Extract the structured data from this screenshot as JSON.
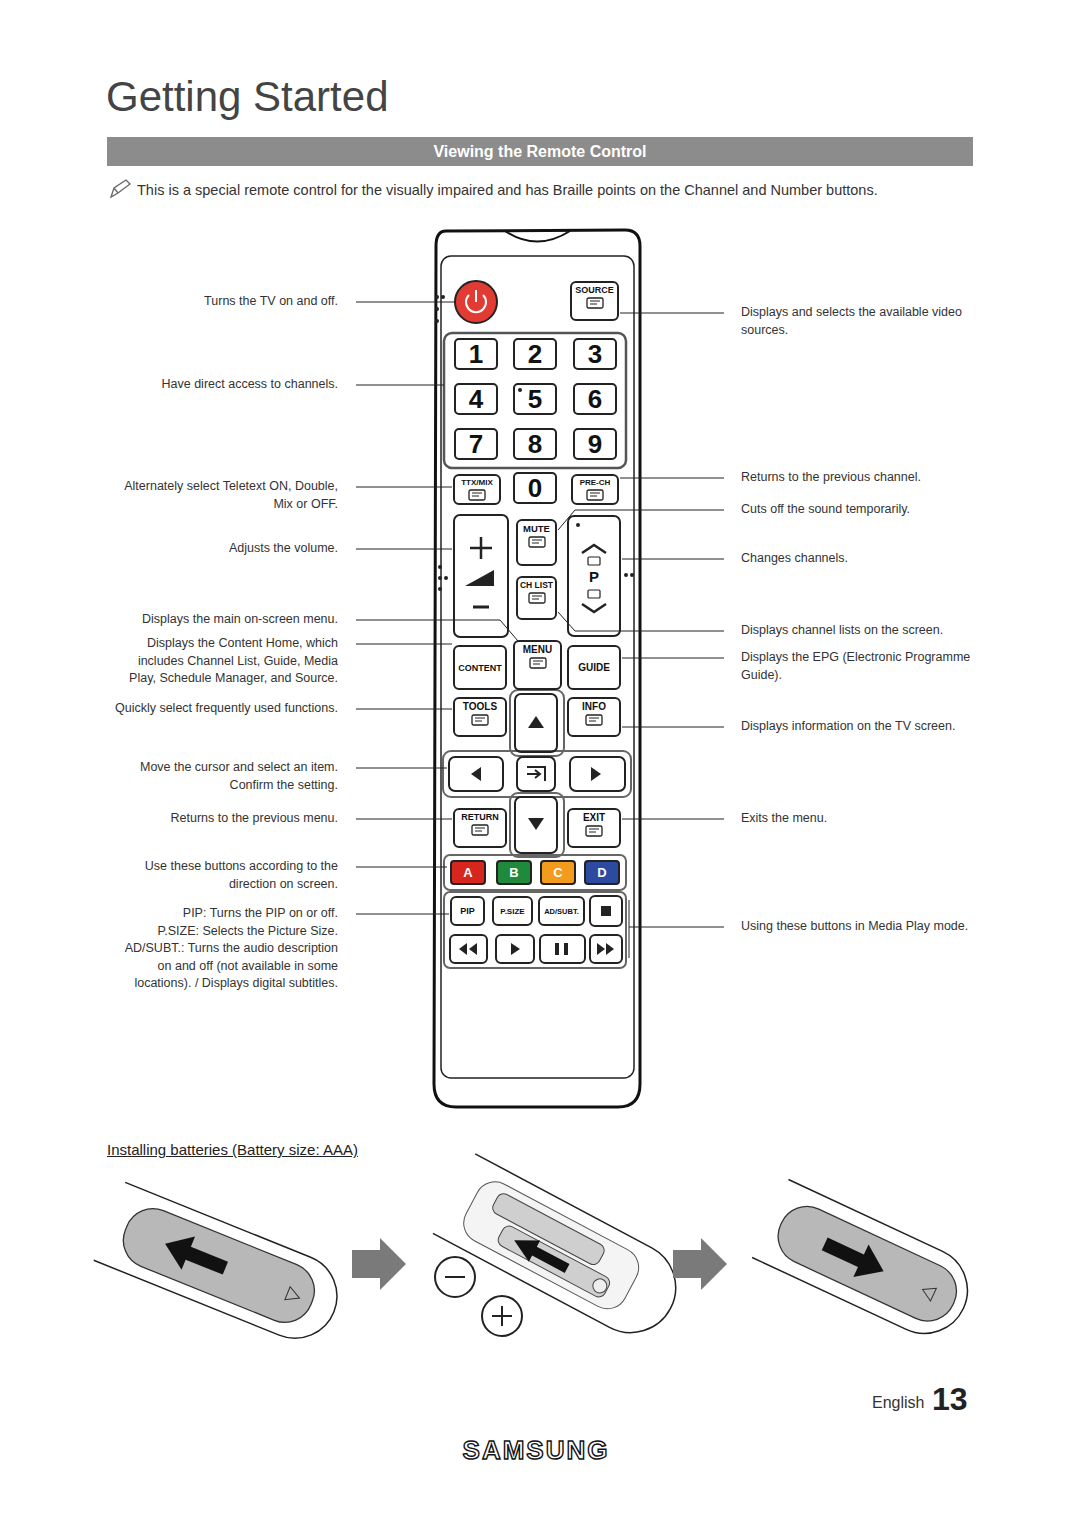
{
  "diagram": {
    "title": "Viewing the Remote Control",
    "nodes": [
      {
        "text": [
          "SAMSUNG"
        ]
      },
      {
        "text": [
          "SOURCE"
        ],
        "in": 0
      },
      {
        "text": [
          "1"
        ],
        "in": 0
      },
      {
        "text": [
          "2"
        ],
        "in": 0
      },
      {
        "text": [
          "3"
        ],
        "in": 0
      },
      {
        "text": [
          "4"
        ],
        "in": 0
      },
      {
        "text": [
          "5"
        ],
        "in": 0
      },
      {
        "text": [
          "6"
        ],
        "in": 0
      },
      {
        "text": [
          "7"
        ],
        "in": 0
      },
      {
        "text": [
          "8"
        ],
        "in": 0
      },
      {
        "text": [
          "9"
        ],
        "in": 0
      },
      {
        "text": [
          "TTX/MIX"
        ],
        "in": 0
      },
      {
        "text": [
          "0"
        ],
        "in": 0
      },
      {
        "text": [
          "PRE-CH"
        ],
        "in": 0
      },
      {
        "text": [
          "MUTE"
        ],
        "in": 0
      },
      {
        "text": [
          "P"
        ],
        "in": 0
      },
      {
        "text": [
          "CH LIST"
        ],
        "in": 0
      },
      {
        "text": [
          "CONTENT"
        ],
        "in": 0
      },
      {
        "text": [
          "MENU"
        ],
        "in": 0
      },
      {
        "text": [
          "GUIDE"
        ],
        "in": 0
      },
      {
        "text": [
          "TOOLS"
        ],
        "in": 0
      },
      {
        "text": [
          "INFO"
        ],
        "in": 0
      },
      {
        "text": [
          "RETURN"
        ],
        "in": 0
      },
      {
        "text": [
          "EXIT"
        ],
        "in": 0
      },
      {
        "text": [
          "A"
        ],
        "in": 0
      },
      {
        "text": [
          "B"
        ],
        "in": 0
      },
      {
        "text": [
          "C"
        ],
        "in": 0
      },
      {
        "text": [
          "D"
        ],
        "in": 0
      },
      {
        "text": [
          "PIP"
        ],
        "in": 0
      },
      {
        "text": [
          "P.SIZE"
        ],
        "in": 0
      },
      {
        "text": [
          "AD/SUBT."
        ],
        "in": 0
      }
    ],
    "labels": [
      "Getting Started",
      "This is a special remote control for the visually impaired and has Braille points on the Channel and Number buttons.",
      "Turns the TV on and off.",
      "Have direct access to channels.",
      "Alternately select Teletext ON, Double, Mix or OFF.",
      "Adjusts the volume.",
      "Displays the main on-screen menu.",
      "Displays the Content Home, which includes Channel List, Guide, Media Play, Schedule Manager, and Source.",
      "Quickly select frequently used functions.",
      "Move the cursor and select an item. Confirm the setting.",
      "Returns to the previous menu.",
      "Use these buttons according to the direction on screen.",
      "PIP: Turns the PIP on or off.",
      "P.SIZE: Selects the Picture Size.",
      "AD/SUBT.: Turns the audio description on and off (not available in some locations). / Displays digital subtitles.",
      "Displays and selects the available video sources.",
      "Returns to the previous channel.",
      "Cuts off the sound temporarily.",
      "Changes channels.",
      "Displays channel lists on the screen.",
      "Displays the EPG (Electronic Programme Guide).",
      "Displays information on the TV screen.",
      "Exits the menu.",
      "Using these buttons in Media Play mode.",
      "Installing batteries (Battery size: AAA)",
      "English",
      "13"
    ]
  }
}
